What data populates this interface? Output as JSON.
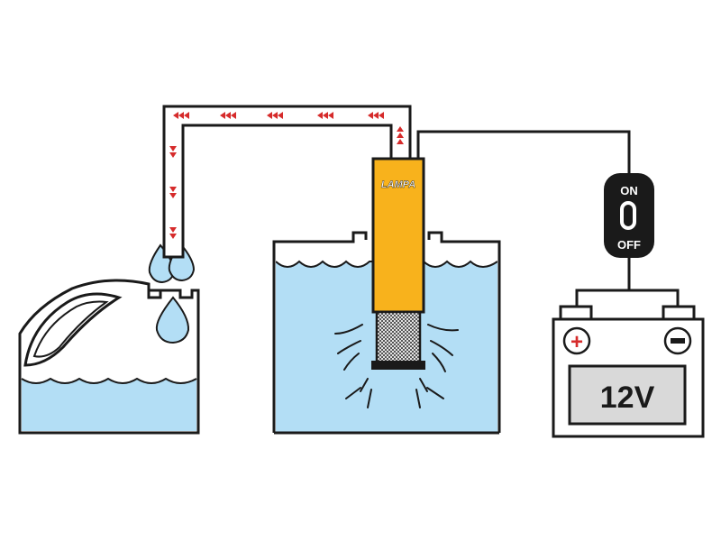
{
  "brand": {
    "logo_text": "LAMPA"
  },
  "switch": {
    "on_label": "ON",
    "off_label": "OFF"
  },
  "battery": {
    "plus_symbol": "+",
    "voltage_label": "12V"
  },
  "colors": {
    "water": "#b3def5",
    "pump_body": "#f8b21c",
    "flow_arrows": "#d62b2b",
    "battery_display": "#d9d9d9",
    "outline": "#1a1a1a"
  },
  "icons": {
    "flow_arrow": "red-chevron-left",
    "droplet": "water-drop",
    "filter": "mesh-strainer",
    "switch": "rocker-switch"
  }
}
